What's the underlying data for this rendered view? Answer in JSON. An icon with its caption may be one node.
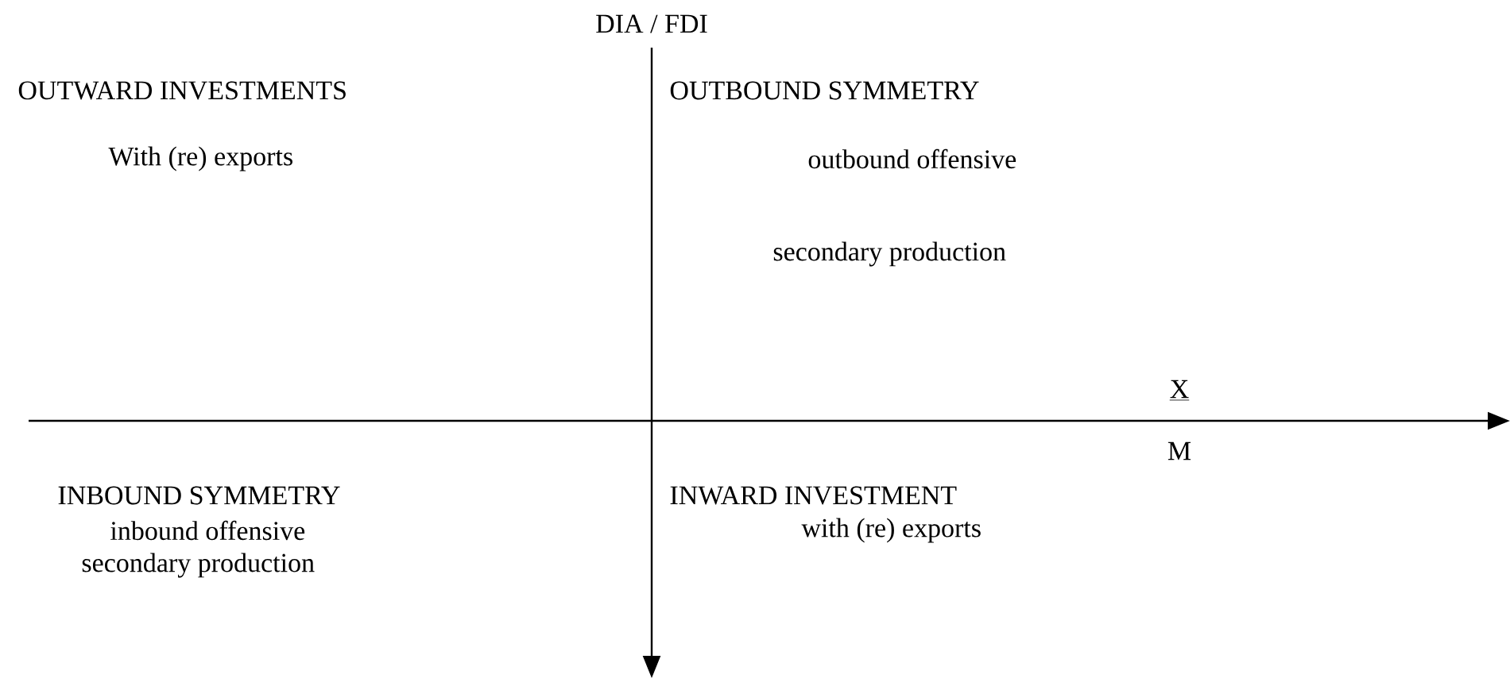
{
  "diagram": {
    "labels": [
      "DIA / FDI",
      "OUTWARD INVESTMENTS",
      "OUTBOUND SYMMETRY",
      "With (re) exports",
      "outbound offensive",
      "secondary production",
      "X",
      "M",
      "INBOUND SYMMETRY",
      "INWARD INVESTMENT",
      "inbound offensive",
      "with (re) exports",
      "secondary production"
    ]
  }
}
